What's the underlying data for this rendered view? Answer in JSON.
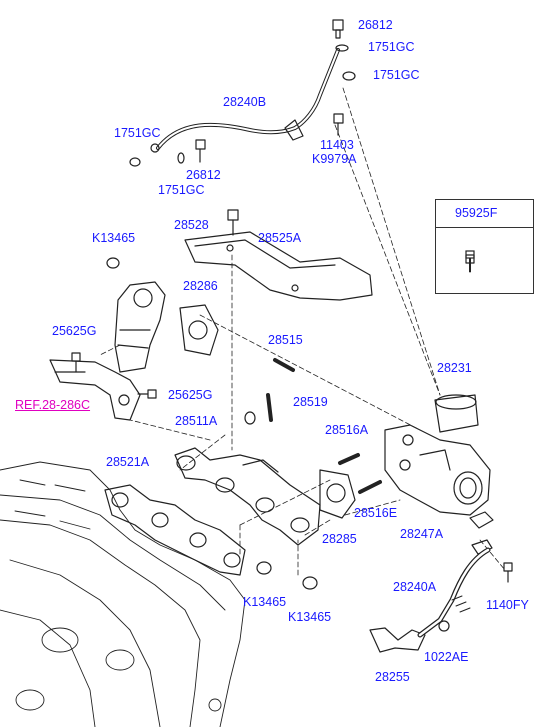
{
  "labels": {
    "p26812_top": "26812",
    "p1751gc_a": "1751GC",
    "p1751gc_b": "1751GC",
    "p28240b": "28240B",
    "p1751gc_left": "1751GC",
    "p11403": "11403",
    "pk9979a": "K9979A",
    "p26812_mid": "26812",
    "p1751gc_low": "1751GC",
    "p95925f": "95925F",
    "p28528": "28528",
    "p28525a": "28525A",
    "pk13465_top": "K13465",
    "p28286": "28286",
    "p25625g_a": "25625G",
    "p28515": "28515",
    "p28231": "28231",
    "ref": "REF.28-286C",
    "p25625g_b": "25625G",
    "p28519": "28519",
    "p28511a": "28511A",
    "p28516a": "28516A",
    "p28521a": "28521A",
    "p28516e": "28516E",
    "p28247a": "28247A",
    "p28285": "28285",
    "p28240a": "28240A",
    "pk13465_b": "K13465",
    "p1140fy": "1140FY",
    "pk13465_c": "K13465",
    "p1022ae": "1022AE",
    "p28255": "28255"
  },
  "colors": {
    "label": "#1a1aff",
    "reference": "#e000c0",
    "line": "#222222"
  },
  "icons": [
    "bolt-icon"
  ]
}
